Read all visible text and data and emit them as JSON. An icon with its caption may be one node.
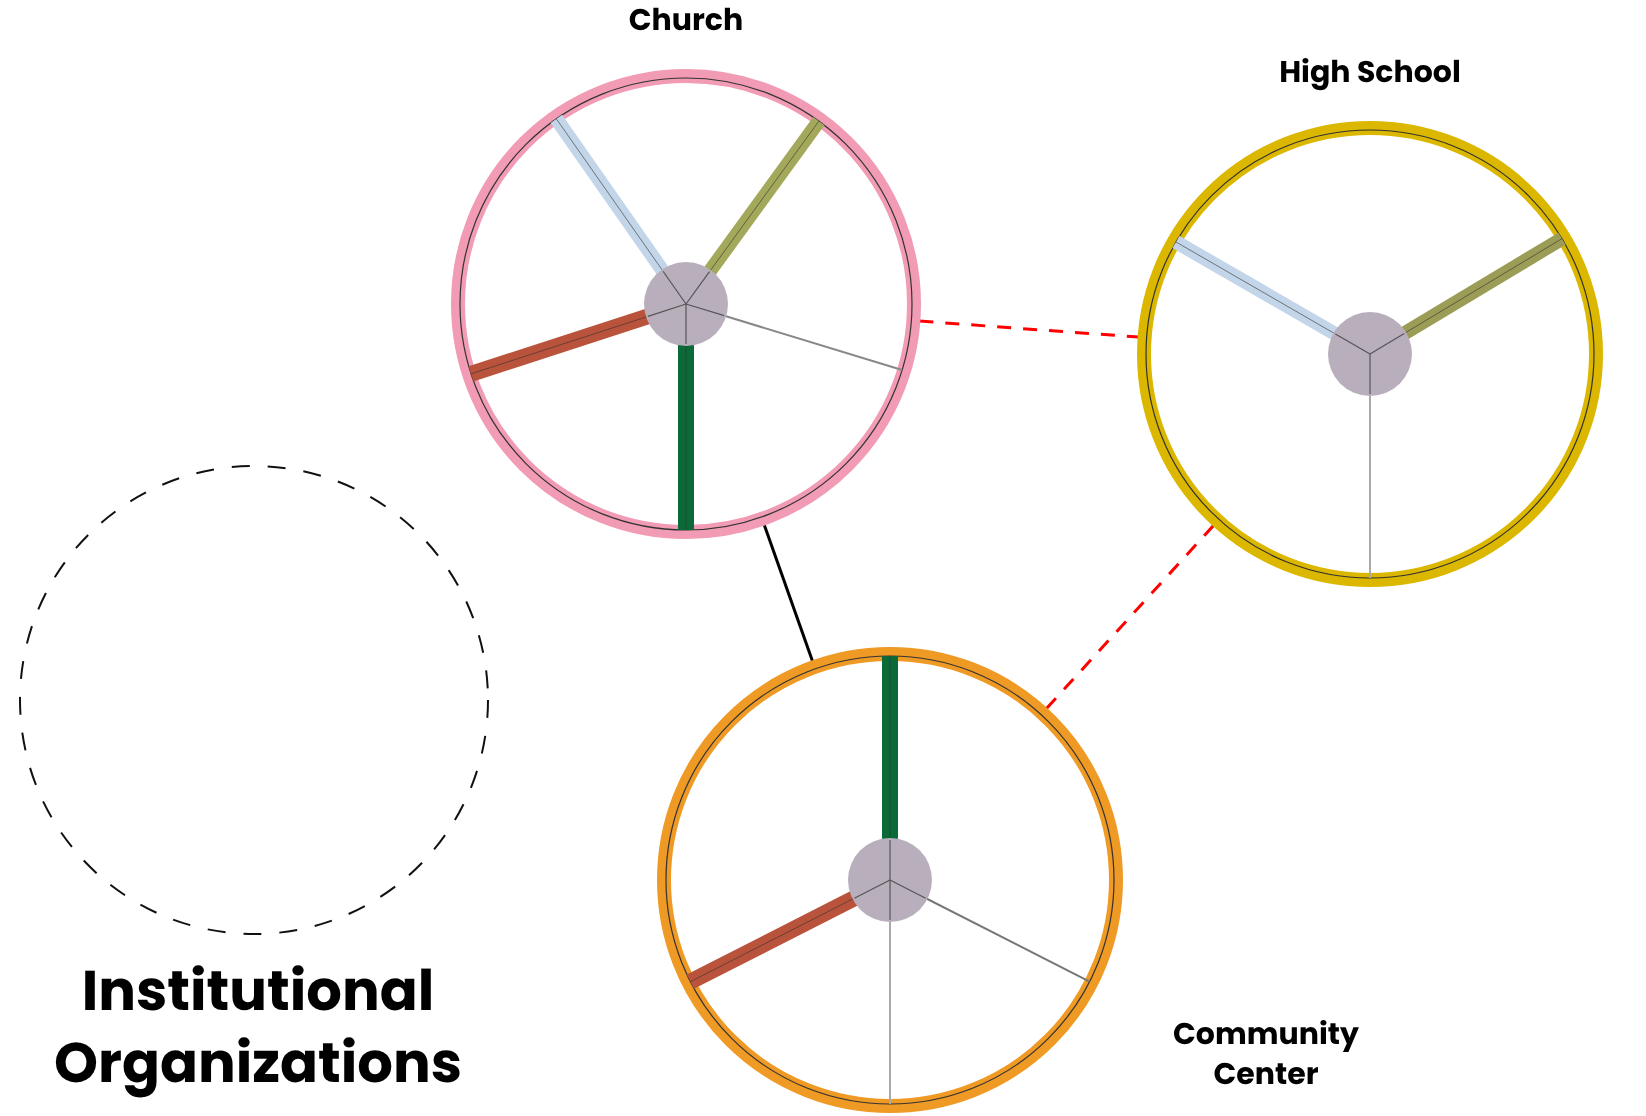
{
  "diagram": {
    "title": "Institutional Organizations",
    "nodes": [
      {
        "text": [
          "Church"
        ]
      },
      {
        "text": [
          "High School"
        ]
      },
      {
        "text": [
          "Community Center"
        ]
      },
      {
        "text": [],
        "shape": "circle"
      }
    ],
    "edges": [
      {
        "from": 0,
        "to": 2,
        "arrow": "none",
        "color": "#000000"
      },
      {
        "from": 0,
        "to": 1,
        "arrow": "none",
        "style": "dashed",
        "color": "#ff0000"
      },
      {
        "from": 1,
        "to": 2,
        "arrow": "none",
        "style": "dashed",
        "color": "#ff0000"
      }
    ]
  }
}
